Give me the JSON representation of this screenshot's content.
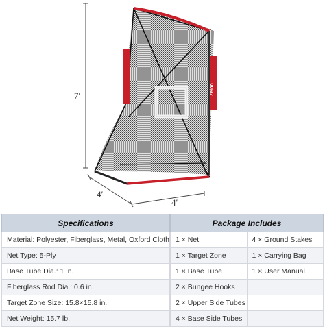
{
  "figure": {
    "height_label": "7′",
    "depth_label": "4′",
    "width_label": "4′",
    "brand_mark": "Zeloo",
    "colors": {
      "frame_red": "#c8202a",
      "net_black": "#1a1a1a",
      "target_white": "#f2f2f2"
    }
  },
  "specifications": {
    "header": "Specifications",
    "rows": [
      "Material: Polyester, Fiberglass, Metal, Oxford Cloth",
      "Net Type: 5-Ply",
      "Base Tube Dia.: 1 in.",
      "Fiberglass Rod Dia.: 0.6 in.",
      "Target Zone Size: 15.8×15.8 in.",
      "Net Weight: 15.7 lb."
    ]
  },
  "package": {
    "header": "Package Includes",
    "rows": [
      [
        "1 × Net",
        "4 × Ground Stakes"
      ],
      [
        "1 × Target Zone",
        "1 × Carrying Bag"
      ],
      [
        "1 × Base Tube",
        "1 × User Manual"
      ],
      [
        "2 × Bungee Hooks",
        ""
      ],
      [
        "2 × Upper Side Tubes",
        ""
      ],
      [
        "4 × Base Side Tubes",
        ""
      ]
    ]
  }
}
